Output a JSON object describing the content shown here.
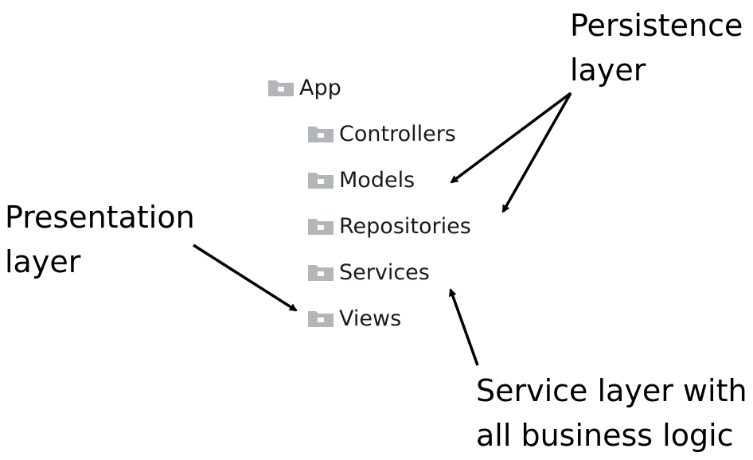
{
  "tree": {
    "root": {
      "label": "App",
      "icon": "folder-icon"
    },
    "children": [
      {
        "label": "Controllers",
        "icon": "folder-icon"
      },
      {
        "label": "Models",
        "icon": "folder-icon"
      },
      {
        "label": "Repositories",
        "icon": "folder-icon"
      },
      {
        "label": "Services",
        "icon": "folder-icon"
      },
      {
        "label": "Views",
        "icon": "folder-icon"
      }
    ],
    "folder_color": "#b3b6b8"
  },
  "annotations": {
    "persistence": {
      "line1": "Persistence",
      "line2": "layer"
    },
    "presentation": {
      "line1": "Presentation",
      "line2": "layer"
    },
    "service": {
      "line1": "Service layer with",
      "line2": "all business logic"
    }
  },
  "colors": {
    "text": "#1a1a1a",
    "arrow": "#000000",
    "background": "#ffffff"
  }
}
